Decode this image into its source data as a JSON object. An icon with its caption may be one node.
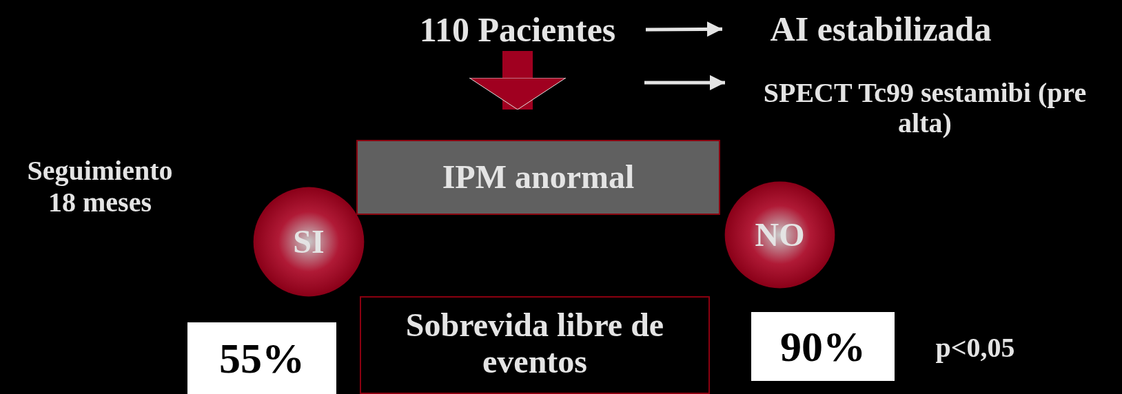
{
  "diagram": {
    "nodes": [
      {
        "text": [
          "110 Pacientes"
        ]
      },
      {
        "text": [
          "AI estabilizada"
        ]
      },
      {
        "text": [
          "SPECT Tc99 sestamibi (pre alta)"
        ]
      },
      {
        "text": [
          "IPM anormal"
        ]
      },
      {
        "text": [
          "SI"
        ]
      },
      {
        "text": [
          "NO"
        ]
      },
      {
        "text": [
          "55%"
        ]
      },
      {
        "text": [
          "Sobrevida libre de eventos"
        ]
      },
      {
        "text": [
          "90%"
        ]
      }
    ],
    "edges": [
      {
        "from": 0,
        "to": 1,
        "arrow": "to"
      },
      {
        "from": null,
        "to": 2,
        "arrow": "to"
      },
      {
        "from": 0,
        "to": 3,
        "arrow": "to",
        "style": "thick",
        "color": "#a00020"
      }
    ],
    "labels": [
      "Seguimiento 18 meses",
      "p<0,05"
    ]
  }
}
